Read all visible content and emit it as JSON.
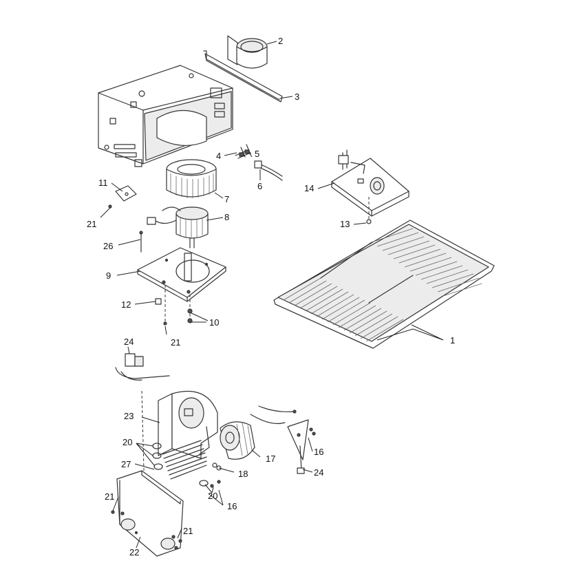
{
  "callouts": [
    {
      "label": "2"
    },
    {
      "label": "3"
    },
    {
      "label": "4"
    },
    {
      "label": "5"
    },
    {
      "label": "6"
    },
    {
      "label": "7"
    },
    {
      "label": "8"
    },
    {
      "label": "9"
    },
    {
      "label": "10"
    },
    {
      "label": "11"
    },
    {
      "label": "12"
    },
    {
      "label": "13"
    },
    {
      "label": "14"
    },
    {
      "label": "1"
    },
    {
      "label": "21"
    },
    {
      "label": "26"
    },
    {
      "label": "21"
    },
    {
      "label": "24"
    },
    {
      "label": "23"
    },
    {
      "label": "20"
    },
    {
      "label": "27"
    },
    {
      "label": "21"
    },
    {
      "label": "22"
    },
    {
      "label": "21"
    },
    {
      "label": "17"
    },
    {
      "label": "18"
    },
    {
      "label": "20"
    },
    {
      "label": "16"
    },
    {
      "label": "16"
    },
    {
      "label": "24"
    }
  ]
}
